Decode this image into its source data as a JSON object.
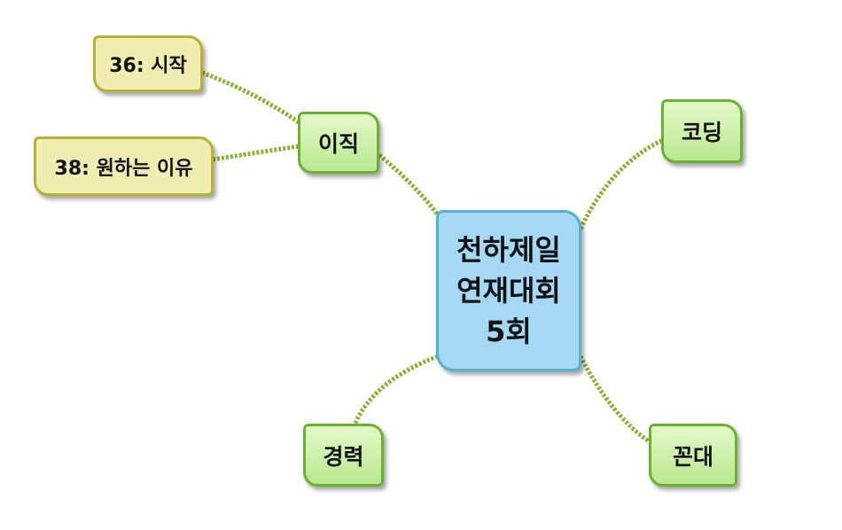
{
  "center": {
    "line1": "천하제일",
    "line2": "연재대회",
    "line3": "5회"
  },
  "branches": {
    "ijik": "이직",
    "coding": "코딩",
    "career": "경력",
    "kkondae": "꼰대"
  },
  "subtopics": {
    "start": "36: 시작",
    "reason": "38: 원하는 이유"
  },
  "colors": {
    "link": "#8cb033",
    "center_fill": "#a5d8f5",
    "branch_fill": "#c8eea8",
    "sub_fill": "#efeeb0"
  }
}
